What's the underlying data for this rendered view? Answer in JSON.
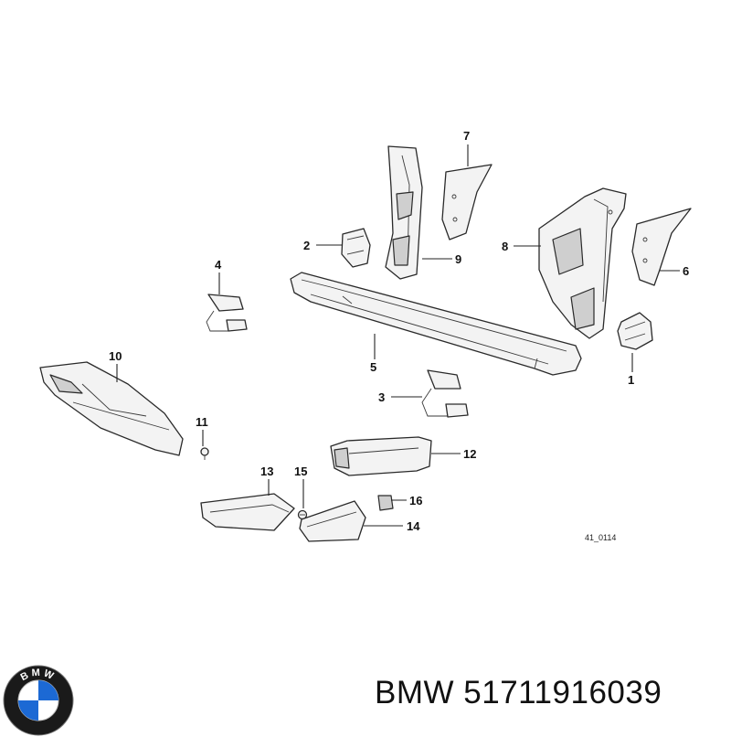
{
  "diagram": {
    "reference_code": "41_0114",
    "callouts": [
      "1",
      "2",
      "3",
      "4",
      "5",
      "6",
      "7",
      "8",
      "9",
      "10",
      "11",
      "12",
      "13",
      "14",
      "15",
      "16"
    ]
  },
  "logo": {
    "brand_letters": "BMW",
    "colors": {
      "ring": "#1a1a1a",
      "blue": "#1c69d4",
      "white": "#ffffff"
    }
  },
  "footer": {
    "brand": "BMW",
    "part_number": "51711916039"
  }
}
